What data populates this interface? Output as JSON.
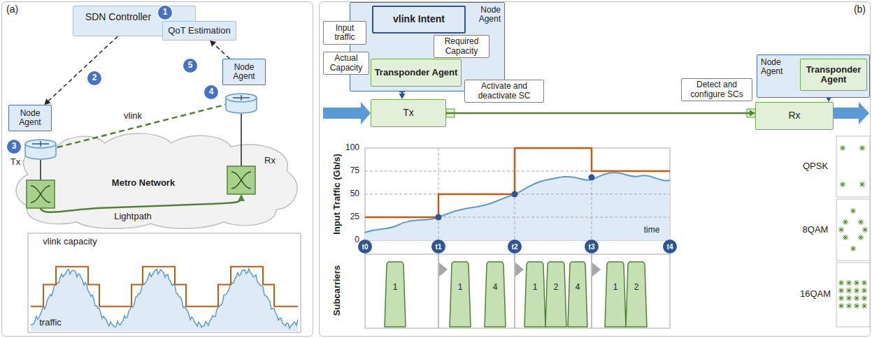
{
  "diagram": {
    "nodes": [
      {
        "text": [
          "(a)"
        ]
      },
      {
        "text": [
          "SDN Controller"
        ],
        "in": 0
      },
      {
        "text": [
          "QoT Estimation"
        ],
        "in": 0
      },
      {
        "text": [
          "Node Agent"
        ],
        "in": 0
      },
      {
        "text": [
          "Node Agent"
        ],
        "in": 0
      },
      {
        "text": [
          "(b)"
        ]
      },
      {
        "text": [
          "Node Agent"
        ],
        "in": 5
      },
      {
        "text": [
          "vlink Intent"
        ],
        "in": 6
      },
      {
        "text": [
          "Transponder Agent"
        ],
        "in": 6
      },
      {
        "text": [
          "Input traffic"
        ],
        "in": 5
      },
      {
        "text": [
          "Required Capacity"
        ],
        "in": 5
      },
      {
        "text": [
          "Actual Capacity"
        ],
        "in": 5
      },
      {
        "text": [
          "Activate and deactivate SC"
        ],
        "in": 5
      },
      {
        "text": [
          "Tx"
        ],
        "in": 5
      },
      {
        "text": [
          "Node Agent"
        ],
        "in": 5
      },
      {
        "text": [
          "Transponder Agent"
        ],
        "in": 14
      },
      {
        "text": [
          "Detect and configure SCs"
        ],
        "in": 5
      },
      {
        "text": [
          "Rx"
        ],
        "in": 5
      }
    ],
    "edges": [
      {
        "from": 1,
        "to": 3,
        "arrow": "to"
      },
      {
        "from": 4,
        "to": 2,
        "arrow": "to"
      },
      {
        "from": 9,
        "to": 7,
        "arrow": "to"
      },
      {
        "from": 7,
        "to": 8,
        "arrow": "to"
      },
      {
        "from": 8,
        "to": 7,
        "arrow": "to"
      },
      {
        "from": 8,
        "to": 13,
        "arrow": "both"
      },
      {
        "from": 13,
        "to": 17,
        "arrow": "to"
      },
      {
        "from": 17,
        "to": 15,
        "arrow": "both"
      }
    ],
    "labels": [
      "1",
      "2",
      "3",
      "4",
      "5",
      "vlink",
      "Tx",
      "Rx",
      "Metro Network",
      "Lightpath",
      "vlink capacity",
      "traffic",
      "100",
      "75",
      "50",
      "25",
      "0",
      "Input Traffic (Gb/s)",
      "time",
      "t0",
      "t1",
      "t2",
      "t3",
      "t4",
      "Subcarriers",
      "1",
      "1",
      "4",
      "1",
      "2",
      "4",
      "1",
      "2",
      "QPSK",
      "8QAM",
      "16QAM"
    ]
  }
}
